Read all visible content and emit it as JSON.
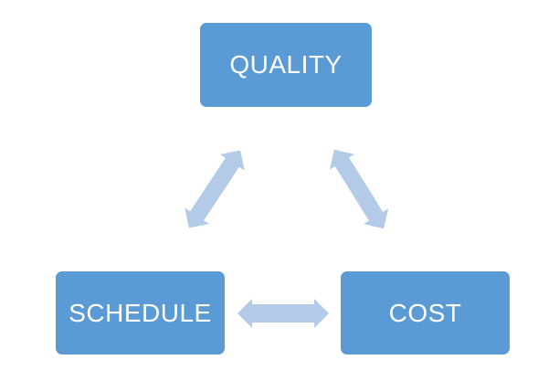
{
  "nodes": {
    "quality": "QUALITY",
    "schedule": "SCHEDULE",
    "cost": "COST"
  },
  "colors": {
    "box": "#5b9bd5",
    "arrow": "#b4cbe7",
    "text": "#ffffff"
  },
  "edges": [
    {
      "from": "quality",
      "to": "schedule",
      "type": "bidirectional"
    },
    {
      "from": "quality",
      "to": "cost",
      "type": "bidirectional"
    },
    {
      "from": "schedule",
      "to": "cost",
      "type": "bidirectional"
    }
  ]
}
